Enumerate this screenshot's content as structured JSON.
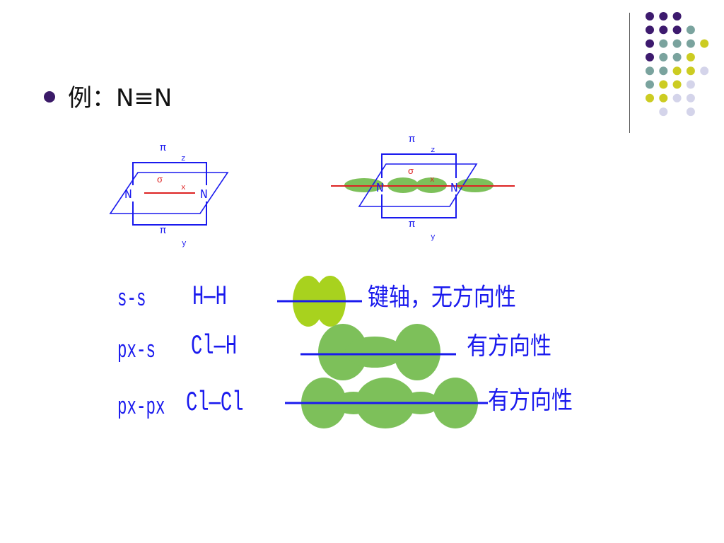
{
  "slide": {
    "bullet_text": "例：N≡N"
  },
  "decor": {
    "dot_colors": {
      "purple": "#3d1a6e",
      "teal": "#7aa39e",
      "yellow": "#cccc22",
      "lavender": "#d4d4ea"
    },
    "dot_grid": [
      [
        "purple",
        "purple",
        "purple",
        "",
        ""
      ],
      [
        "purple",
        "purple",
        "purple",
        "teal",
        ""
      ],
      [
        "purple",
        "teal",
        "teal",
        "teal",
        "yellow"
      ],
      [
        "purple",
        "teal",
        "teal",
        "yellow",
        ""
      ],
      [
        "teal",
        "teal",
        "yellow",
        "yellow",
        "lavender"
      ],
      [
        "teal",
        "yellow",
        "yellow",
        "lavender",
        ""
      ],
      [
        "yellow",
        "yellow",
        "lavender",
        "lavender",
        ""
      ],
      [
        "",
        "lavender",
        "",
        "lavender",
        ""
      ]
    ]
  },
  "diagram": {
    "left": {
      "pi_top": "π",
      "z_label": "z",
      "sigma_label": "σ",
      "x_label": "x",
      "n_left": "N",
      "n_right": "N",
      "pi_bottom": "π",
      "y_label": "y"
    },
    "right": {
      "pi_top": "π",
      "z_label": "z",
      "sigma_label": "σ",
      "x_label": "x",
      "n_left": "N",
      "n_right": "N",
      "pi_bottom": "π",
      "y_label": "y"
    }
  },
  "bonds": [
    {
      "type": "s-s",
      "molecule": "H—H",
      "note": "键轴，无方向性"
    },
    {
      "type": "px-s",
      "molecule": "Cl—H",
      "note": "有方向性"
    },
    {
      "type": "px-px",
      "molecule": "Cl—Cl",
      "note": "有方向性"
    }
  ],
  "colors": {
    "blue": "#1a1aee",
    "red": "#dd2222",
    "lobe_green": "#7dc05a",
    "lobe_yellowgreen": "#a8d21e"
  }
}
